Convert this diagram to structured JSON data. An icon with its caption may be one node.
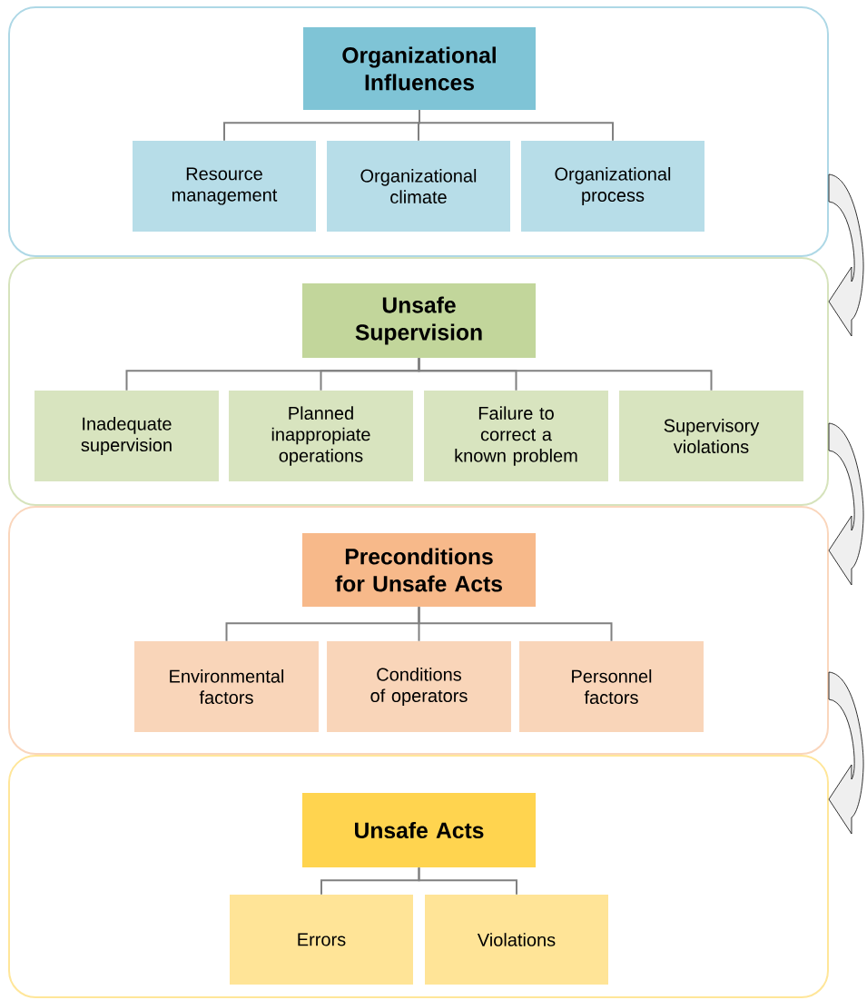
{
  "diagram": {
    "nodes": [
      {
        "text": [],
        "shape": "box"
      },
      {
        "text": [
          "Organizational Influences"
        ],
        "in": 0
      },
      {
        "text": [
          "Resource management"
        ],
        "in": 0
      },
      {
        "text": [
          "Organizational climate"
        ],
        "in": 0
      },
      {
        "text": [
          "Organizational process"
        ],
        "in": 0
      },
      {
        "text": [],
        "shape": "box"
      },
      {
        "text": [
          "Unsafe Supervision"
        ],
        "in": 5
      },
      {
        "text": [
          "Inadequate supervision"
        ],
        "in": 5
      },
      {
        "text": [
          "Planned inappropiate operations"
        ],
        "in": 5
      },
      {
        "text": [
          "Failure to correct a known problem"
        ],
        "in": 5
      },
      {
        "text": [
          "Supervisory violations"
        ],
        "in": 5
      },
      {
        "text": [],
        "shape": "box"
      },
      {
        "text": [
          "Preconditions for Unsafe Acts"
        ],
        "in": 11
      },
      {
        "text": [
          "Environmental factors"
        ],
        "in": 11
      },
      {
        "text": [
          "Conditions of operators"
        ],
        "in": 11
      },
      {
        "text": [
          "Personnel factors"
        ],
        "in": 11
      },
      {
        "text": [],
        "shape": "box"
      },
      {
        "text": [
          "Unsafe Acts"
        ],
        "in": 16
      },
      {
        "text": [
          "Errors"
        ],
        "in": 16
      },
      {
        "text": [
          "Violations"
        ],
        "in": 16
      }
    ],
    "edges": [
      {
        "from": 1,
        "to": 2,
        "arrow": "none"
      },
      {
        "from": 1,
        "to": 3,
        "arrow": "none"
      },
      {
        "from": 1,
        "to": 4,
        "arrow": "none"
      },
      {
        "from": 6,
        "to": 7,
        "arrow": "none"
      },
      {
        "from": 6,
        "to": 8,
        "arrow": "none"
      },
      {
        "from": 6,
        "to": 9,
        "arrow": "none"
      },
      {
        "from": 6,
        "to": 10,
        "arrow": "none"
      },
      {
        "from": 12,
        "to": 13,
        "arrow": "none"
      },
      {
        "from": 12,
        "to": 14,
        "arrow": "none"
      },
      {
        "from": 12,
        "to": 15,
        "arrow": "none"
      },
      {
        "from": 17,
        "to": 18,
        "arrow": "none"
      },
      {
        "from": 17,
        "to": 19,
        "arrow": "none"
      },
      {
        "from": 0,
        "to": 5,
        "arrow": "to"
      },
      {
        "from": 5,
        "to": 11,
        "arrow": "to"
      },
      {
        "from": 11,
        "to": 16,
        "arrow": "to"
      }
    ]
  }
}
